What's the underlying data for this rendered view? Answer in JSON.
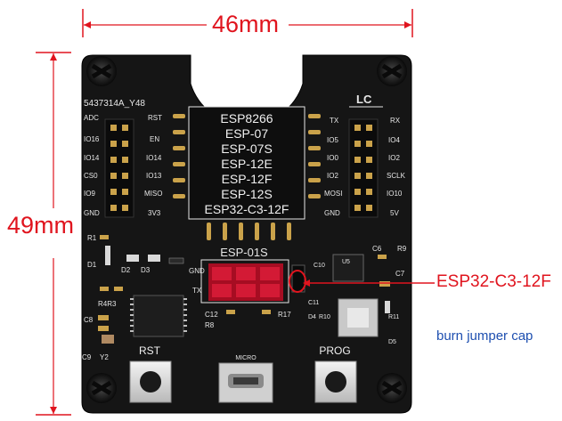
{
  "dimensions": {
    "width_label": "46mm",
    "height_label": "49mm",
    "color": "#e0141e"
  },
  "callouts": {
    "jumper_label": "ESP32-C3-12F",
    "note": "burn jumper cap"
  },
  "board": {
    "serial": "5437314A_Y48",
    "brand_mark": "LC",
    "module_names": [
      "ESP8266",
      "ESP-07",
      "ESP-07S",
      "ESP-12E",
      "ESP-12F",
      "ESP-12S",
      "ESP32-C3-12F"
    ],
    "left_header_outer": [
      "ADC",
      "IO16",
      "IO14",
      "CS0",
      "IO9",
      "GND"
    ],
    "left_header_inner": [
      "RST",
      "EN",
      "IO14",
      "IO13",
      "MISO",
      "3V3"
    ],
    "right_header_inner": [
      "TX",
      "IO5",
      "IO0",
      "IO2",
      "MOSI",
      "GND"
    ],
    "right_header_outer": [
      "RX",
      "IO4",
      "IO2",
      "SCLK",
      "IO10",
      "5V"
    ],
    "esp01s_label": "ESP-01S",
    "buttons": {
      "reset": "RST",
      "program": "PROG",
      "usb": "MICRO"
    },
    "silkscreen": {
      "r1": "R1",
      "d1": "D1",
      "d2": "D2",
      "d3": "D3",
      "r4r3": "R4R3",
      "c8": "C8",
      "c9": "C9",
      "y2": "Y2",
      "c6": "C6",
      "r9": "R9",
      "c10": "C10",
      "u5": "U5",
      "c7": "C7",
      "c12": "C12",
      "r8": "R8",
      "r17": "R17",
      "r11": "R11",
      "d5": "D5",
      "d4": "D4",
      "r10": "R10",
      "gnd": "GND",
      "tx": "TX",
      "c11": "C11"
    }
  },
  "colors": {
    "pcb": "#141414",
    "silk": "#e8e8e8",
    "header_socket": "#c8102e",
    "gold": "#caa24a"
  }
}
